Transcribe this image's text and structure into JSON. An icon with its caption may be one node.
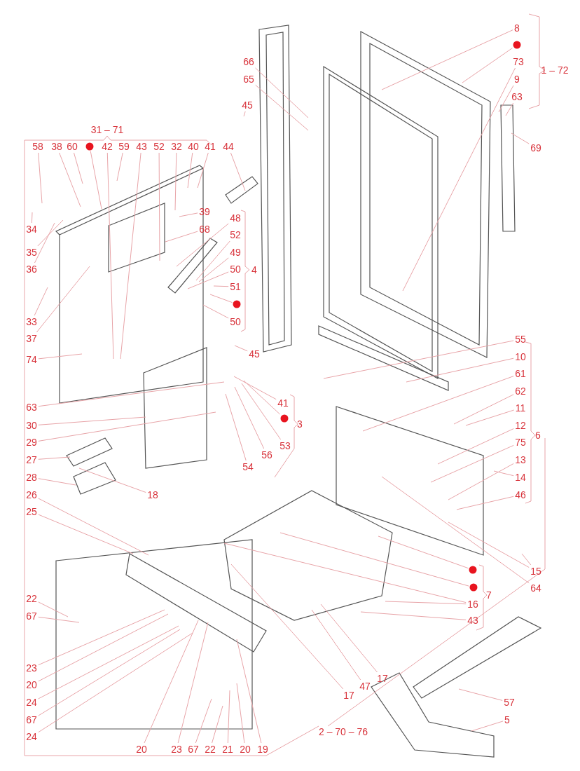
{
  "diagram": {
    "nodes": [
      {
        "text": [
          "8"
        ]
      },
      {
        "text": [],
        "shape": "circle"
      },
      {
        "text": [
          "66"
        ]
      },
      {
        "text": [
          "73"
        ]
      },
      {
        "text": [
          "9"
        ]
      },
      {
        "text": [
          "65"
        ]
      },
      {
        "text": [
          "63"
        ]
      },
      {
        "text": [
          "45"
        ]
      },
      {
        "text": [
          "58"
        ]
      },
      {
        "text": [
          "38"
        ]
      },
      {
        "text": [
          "60"
        ]
      },
      {
        "text": [],
        "shape": "circle"
      },
      {
        "text": [
          "42"
        ]
      },
      {
        "text": [
          "59"
        ]
      },
      {
        "text": [
          "43"
        ]
      },
      {
        "text": [
          "52"
        ]
      },
      {
        "text": [
          "32"
        ]
      },
      {
        "text": [
          "40"
        ]
      },
      {
        "text": [
          "41"
        ]
      },
      {
        "text": [
          "44"
        ]
      },
      {
        "text": [
          "69"
        ]
      },
      {
        "text": [
          "39"
        ]
      },
      {
        "text": [
          "48"
        ]
      },
      {
        "text": [
          "34"
        ]
      },
      {
        "text": [
          "68"
        ]
      },
      {
        "text": [
          "52"
        ]
      },
      {
        "text": [
          "35"
        ]
      },
      {
        "text": [
          "49"
        ]
      },
      {
        "text": [
          "50"
        ]
      },
      {
        "text": [
          "36"
        ]
      },
      {
        "text": [
          "51"
        ]
      },
      {
        "text": [],
        "shape": "circle"
      },
      {
        "text": [
          "33"
        ]
      },
      {
        "text": [
          "50"
        ]
      },
      {
        "text": [
          "37"
        ]
      },
      {
        "text": [
          "55"
        ]
      },
      {
        "text": [
          "45"
        ]
      },
      {
        "text": [
          "10"
        ]
      },
      {
        "text": [
          "74"
        ]
      },
      {
        "text": [
          "61"
        ]
      },
      {
        "text": [
          "62"
        ]
      },
      {
        "text": [
          "63"
        ]
      },
      {
        "text": [
          "11"
        ]
      },
      {
        "text": [
          "41"
        ]
      },
      {
        "text": [],
        "shape": "circle"
      },
      {
        "text": [
          "30"
        ]
      },
      {
        "text": [
          "12"
        ]
      },
      {
        "text": [
          "29"
        ]
      },
      {
        "text": [
          "75"
        ]
      },
      {
        "text": [
          "53"
        ]
      },
      {
        "text": [
          "56"
        ]
      },
      {
        "text": [
          "27"
        ]
      },
      {
        "text": [
          "13"
        ]
      },
      {
        "text": [
          "54"
        ]
      },
      {
        "text": [
          "28"
        ]
      },
      {
        "text": [
          "14"
        ]
      },
      {
        "text": [
          "18"
        ]
      },
      {
        "text": [
          "26"
        ]
      },
      {
        "text": [
          "46"
        ]
      },
      {
        "text": [
          "25"
        ]
      },
      {
        "text": [],
        "shape": "circle"
      },
      {
        "text": [
          "15"
        ]
      },
      {
        "text": [],
        "shape": "circle"
      },
      {
        "text": [
          "64"
        ]
      },
      {
        "text": [
          "16"
        ]
      },
      {
        "text": [
          "22"
        ]
      },
      {
        "text": [
          "67"
        ]
      },
      {
        "text": [
          "43"
        ]
      },
      {
        "text": [
          "23"
        ]
      },
      {
        "text": [
          "17"
        ]
      },
      {
        "text": [
          "20"
        ]
      },
      {
        "text": [
          "47"
        ]
      },
      {
        "text": [
          "17"
        ]
      },
      {
        "text": [
          "57"
        ]
      },
      {
        "text": [
          "24"
        ]
      },
      {
        "text": [
          "67"
        ]
      },
      {
        "text": [
          "5"
        ]
      },
      {
        "text": [
          "24"
        ]
      },
      {
        "text": [
          "20"
        ]
      },
      {
        "text": [
          "23"
        ]
      },
      {
        "text": [
          "67"
        ]
      },
      {
        "text": [
          "22"
        ]
      },
      {
        "text": [
          "21"
        ]
      },
      {
        "text": [
          "20"
        ]
      },
      {
        "text": [
          "19"
        ]
      }
    ],
    "edges": [
      {
        "from": 0,
        "to": null,
        "arrow": "none"
      },
      {
        "from": 1,
        "to": null,
        "arrow": "none"
      },
      {
        "from": 2,
        "to": null,
        "arrow": "none"
      },
      {
        "from": 3,
        "to": null,
        "arrow": "none"
      },
      {
        "from": 4,
        "to": null,
        "arrow": "none"
      },
      {
        "from": 5,
        "to": null,
        "arrow": "none"
      },
      {
        "from": 6,
        "to": null,
        "arrow": "none"
      },
      {
        "from": 7,
        "to": null,
        "arrow": "none"
      },
      {
        "from": 8,
        "to": null,
        "arrow": "none"
      },
      {
        "from": 9,
        "to": null,
        "arrow": "none"
      },
      {
        "from": 10,
        "to": null,
        "arrow": "none"
      },
      {
        "from": 11,
        "to": null,
        "arrow": "none"
      },
      {
        "from": 12,
        "to": null,
        "arrow": "none"
      },
      {
        "from": 13,
        "to": null,
        "arrow": "none"
      },
      {
        "from": 14,
        "to": null,
        "arrow": "none"
      },
      {
        "from": 15,
        "to": null,
        "arrow": "none"
      },
      {
        "from": 16,
        "to": null,
        "arrow": "none"
      },
      {
        "from": 17,
        "to": null,
        "arrow": "none"
      },
      {
        "from": 18,
        "to": null,
        "arrow": "none"
      },
      {
        "from": 19,
        "to": null,
        "arrow": "none"
      },
      {
        "from": 20,
        "to": null,
        "arrow": "none"
      },
      {
        "from": 21,
        "to": null,
        "arrow": "none"
      },
      {
        "from": 22,
        "to": null,
        "arrow": "none"
      },
      {
        "from": 23,
        "to": null,
        "arrow": "none"
      },
      {
        "from": 24,
        "to": null,
        "arrow": "none"
      },
      {
        "from": 25,
        "to": null,
        "arrow": "none"
      },
      {
        "from": 26,
        "to": null,
        "arrow": "none"
      },
      {
        "from": 27,
        "to": null,
        "arrow": "none"
      },
      {
        "from": 28,
        "to": null,
        "arrow": "none"
      },
      {
        "from": 29,
        "to": null,
        "arrow": "none"
      },
      {
        "from": 30,
        "to": null,
        "arrow": "none"
      },
      {
        "from": 31,
        "to": null,
        "arrow": "none"
      },
      {
        "from": 32,
        "to": null,
        "arrow": "none"
      },
      {
        "from": 33,
        "to": null,
        "arrow": "none"
      },
      {
        "from": 34,
        "to": null,
        "arrow": "none"
      },
      {
        "from": 35,
        "to": null,
        "arrow": "none"
      },
      {
        "from": 36,
        "to": null,
        "arrow": "none"
      },
      {
        "from": 37,
        "to": null,
        "arrow": "none"
      },
      {
        "from": 38,
        "to": null,
        "arrow": "none"
      },
      {
        "from": 39,
        "to": null,
        "arrow": "none"
      },
      {
        "from": 40,
        "to": null,
        "arrow": "none"
      },
      {
        "from": 41,
        "to": null,
        "arrow": "none"
      },
      {
        "from": 42,
        "to": null,
        "arrow": "none"
      },
      {
        "from": 43,
        "to": null,
        "arrow": "none"
      },
      {
        "from": 44,
        "to": null,
        "arrow": "none"
      },
      {
        "from": 45,
        "to": null,
        "arrow": "none"
      },
      {
        "from": 46,
        "to": null,
        "arrow": "none"
      },
      {
        "from": 47,
        "to": null,
        "arrow": "none"
      },
      {
        "from": 48,
        "to": null,
        "arrow": "none"
      },
      {
        "from": 49,
        "to": null,
        "arrow": "none"
      },
      {
        "from": 50,
        "to": null,
        "arrow": "none"
      },
      {
        "from": 51,
        "to": null,
        "arrow": "none"
      },
      {
        "from": 52,
        "to": null,
        "arrow": "none"
      },
      {
        "from": 53,
        "to": null,
        "arrow": "none"
      },
      {
        "from": 54,
        "to": null,
        "arrow": "none"
      },
      {
        "from": 55,
        "to": null,
        "arrow": "none"
      },
      {
        "from": 56,
        "to": null,
        "arrow": "none"
      },
      {
        "from": 57,
        "to": null,
        "arrow": "none"
      },
      {
        "from": 58,
        "to": null,
        "arrow": "none"
      },
      {
        "from": 59,
        "to": null,
        "arrow": "none"
      },
      {
        "from": 60,
        "to": null,
        "arrow": "none"
      },
      {
        "from": 61,
        "to": null,
        "arrow": "none"
      },
      {
        "from": 61,
        "to": null,
        "arrow": "none"
      },
      {
        "from": 62,
        "to": null,
        "arrow": "none"
      },
      {
        "from": 63,
        "to": null,
        "arrow": "none"
      },
      {
        "from": 64,
        "to": null,
        "arrow": "none"
      },
      {
        "from": 64,
        "to": null,
        "arrow": "none"
      },
      {
        "from": 65,
        "to": null,
        "arrow": "none"
      },
      {
        "from": 66,
        "to": null,
        "arrow": "none"
      },
      {
        "from": 67,
        "to": null,
        "arrow": "none"
      },
      {
        "from": 68,
        "to": null,
        "arrow": "none"
      },
      {
        "from": 69,
        "to": null,
        "arrow": "none"
      },
      {
        "from": 70,
        "to": null,
        "arrow": "none"
      },
      {
        "from": 71,
        "to": null,
        "arrow": "none"
      },
      {
        "from": 72,
        "to": null,
        "arrow": "none"
      },
      {
        "from": 73,
        "to": null,
        "arrow": "none"
      },
      {
        "from": 74,
        "to": null,
        "arrow": "none"
      },
      {
        "from": 75,
        "to": null,
        "arrow": "none"
      },
      {
        "from": 76,
        "to": null,
        "arrow": "none"
      },
      {
        "from": 77,
        "to": null,
        "arrow": "none"
      },
      {
        "from": 78,
        "to": null,
        "arrow": "none"
      },
      {
        "from": 79,
        "to": null,
        "arrow": "none"
      },
      {
        "from": 80,
        "to": null,
        "arrow": "none"
      },
      {
        "from": 81,
        "to": null,
        "arrow": "none"
      },
      {
        "from": 82,
        "to": null,
        "arrow": "none"
      },
      {
        "from": 83,
        "to": null,
        "arrow": "none"
      },
      {
        "from": 84,
        "to": null,
        "arrow": "none"
      }
    ],
    "labels": [
      "1 – 72",
      "31 – 71",
      "4",
      "3",
      "6",
      "7",
      "2 – 70 – 76"
    ]
  }
}
